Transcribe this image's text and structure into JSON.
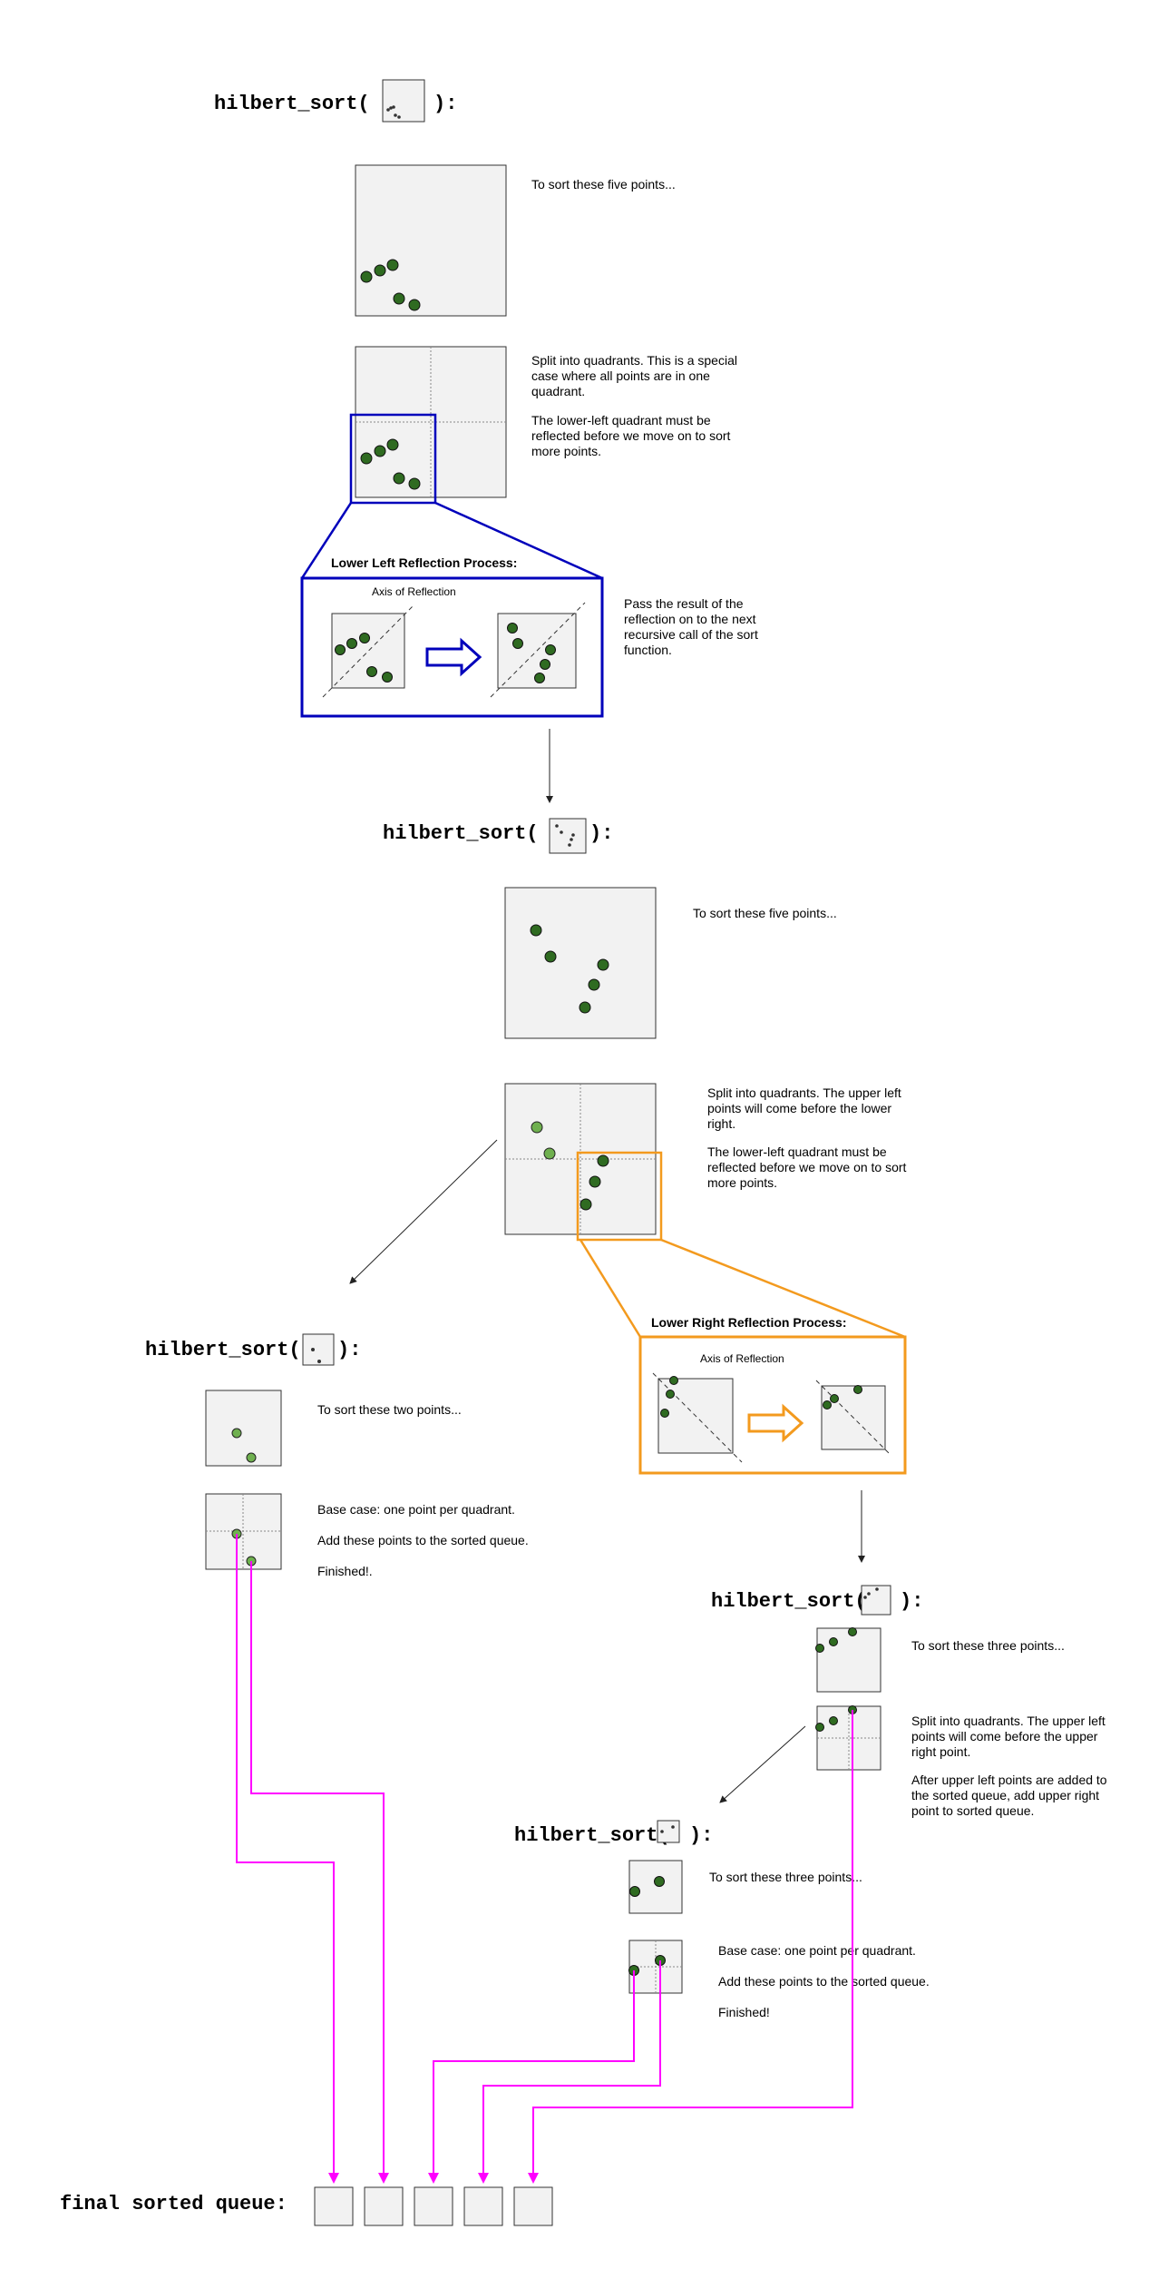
{
  "calls": {
    "call1": "hilbert_sort(",
    "call2": "hilbert_sort(",
    "call3": "hilbert_sort(",
    "call4": "hilbert_sort(",
    "call5": "hilbert_sort(",
    "close": "):"
  },
  "notes": {
    "n1": "To sort these five points...",
    "n2_lines": [
      "Split into quadrants. This is a special",
      "case where all points are in one",
      "quadrant."
    ],
    "n3_lines": [
      "The lower-left quadrant must be",
      "reflected before we move on to sort",
      "more points."
    ],
    "n4_lines": [
      "Pass the result of the",
      "reflection on to the next",
      "recursive call of the sort",
      "function."
    ],
    "n5": "To sort these five points...",
    "n6_lines": [
      "Split into quadrants. The upper left",
      "points will come before the lower",
      "right."
    ],
    "n7_lines": [
      "The lower-left quadrant must be",
      "reflected before we move on to sort",
      "more points."
    ],
    "n8": "To sort these two points...",
    "n9": "Base case: one point per quadrant.",
    "n10": "Add these points to the sorted queue.",
    "n11": "Finished!.",
    "n12": "To sort these three points...",
    "n13_lines": [
      "Split into quadrants. The upper left",
      "points will come before the upper",
      "right point."
    ],
    "n14_lines": [
      "After upper left points are added to",
      "the sorted queue, add upper right",
      "point to sorted queue."
    ],
    "n15": "To sort these three points...",
    "n16": "Base case: one point per quadrant.",
    "n17": "Add these points to the sorted queue.",
    "n18": "Finished!"
  },
  "reflect1": {
    "title": "Lower Left Reflection Process:",
    "axis_label": "Axis of Reflection",
    "color": "#0000bb"
  },
  "reflect2": {
    "title": "Lower Right Reflection Process:",
    "axis_label": "Axis of Reflection",
    "color": "#f39a1e"
  },
  "queue": {
    "label": "final sorted queue:",
    "slot_count": 5
  },
  "colors": {
    "point": "#2f6b21",
    "point_light": "#6fb04f",
    "path": "#ff00ff",
    "box_fill": "#f2f2f2"
  }
}
